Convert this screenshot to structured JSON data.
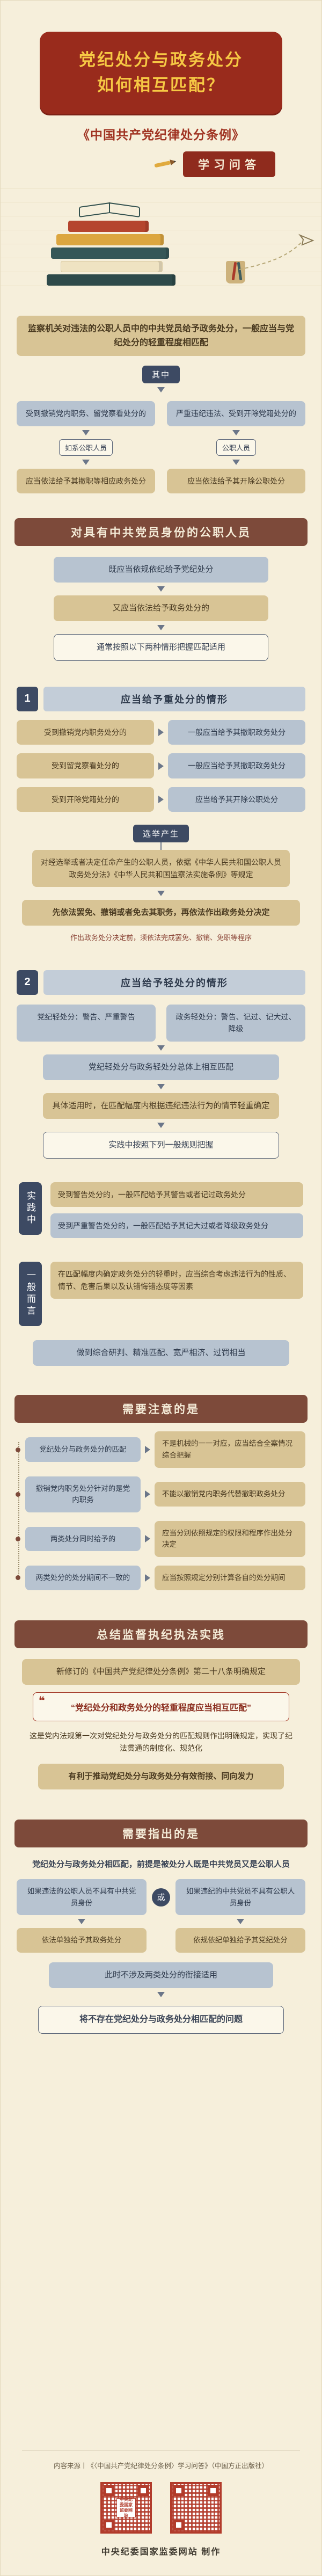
{
  "palette": {
    "background": "#f6efdb",
    "accent_red": "#992b1c",
    "accent_yellow": "#f6c844",
    "tan_box": "#d8c495",
    "blue_box": "#b7c3d0",
    "navy_chip": "#3d4a63",
    "section_bar": "#7d4a3a",
    "qr_red": "#b23b2b"
  },
  "header": {
    "title_line1": "党纪处分与政务处分",
    "title_line2": "如何相互匹配？",
    "book_title": "《中国共产党纪律处分条例》",
    "ribbon": "学习问答"
  },
  "intro": {
    "lead": "监察机关对违法的公职人员中的中共党员给予政务处分，一般应当与党纪处分的轻重程度相匹配",
    "divider": "其中",
    "left": {
      "condition": "受到撤销党内职务、留党察看处分的",
      "connector": "如系公职人员",
      "result": "应当依法给予其撤职等相应政务处分"
    },
    "right": {
      "condition": "严重违纪违法、受到开除党籍处分的",
      "connector": "公职人员",
      "result": "应当依法给予其开除公职处分"
    }
  },
  "scope": {
    "bar": "对具有中共党员身份的公职人员",
    "step1": "既应当依规依纪给予党纪处分",
    "step2": "又应当依法给予政务处分的",
    "step3": "通常按照以下两种情形把握匹配适用"
  },
  "heavy": {
    "num": "1",
    "bar": "应当给予重处分的情形",
    "rows": [
      {
        "left": "受到撤销党内职务处分的",
        "right": "一般应当给予其撤职政务处分"
      },
      {
        "left": "受到留党察看处分的",
        "right": "一般应当给予其撤职政务处分"
      },
      {
        "left": "受到开除党籍处分的",
        "right": "应当给予其开除公职处分"
      }
    ],
    "branch_chip": "选举产生",
    "law_box": "对经选举或者决定任命产生的公职人员，依据《中华人民共和国公职人员政务处分法》《中华人民共和国监察法实施条例》等规定",
    "result_box": "先依法罢免、撤销或者免去其职务，再依法作出政务处分决定",
    "note": "作出政务处分决定前，须依法完成罢免、撤销、免职等程序"
  },
  "light": {
    "num": "2",
    "bar": "应当给予轻处分的情形",
    "left_box": "党纪轻处分：警告、严重警告",
    "right_box": "政务轻处分：警告、记过、记大过、降级",
    "match_box": "党纪轻处分与政务轻处分总体上相互匹配",
    "detail_box": "具体适用时，在匹配幅度内根据违纪违法行为的情节轻重确定",
    "outline_box": "实践中按照下列一般规则把握"
  },
  "practice": {
    "label": "实践中",
    "box1": "受到警告处分的，一般匹配给予其警告或者记过政务处分",
    "box2": "受到严重警告处分的，一般匹配给予其记大过或者降级政务处分"
  },
  "general": {
    "label": "一般而言",
    "box": "在匹配幅度内确定政务处分的轻重时，应当综合考虑违法行为的性质、情节、危害后果以及认错悔错态度等因素",
    "wide": "做到综合研判、精准匹配、宽严相济、过罚相当"
  },
  "notice": {
    "bar": "需要注意的是",
    "pairs": [
      {
        "left": "党纪处分与政务处分的匹配",
        "right": "不是机械的一一对应，应当结合全案情况综合把握"
      },
      {
        "left": "撤销党内职务处分针对的是党内职务",
        "right": "不能以撤销党内职务代替撤职政务处分"
      },
      {
        "left": "两类处分同时给予的",
        "right": "应当分别依照规定的权限和程序作出处分决定"
      },
      {
        "left": "两类处分的处分期间不一致的",
        "right": "应当按照规定分别计算各自的处分期间"
      }
    ]
  },
  "summary": {
    "bar": "总结监督执纪执法实践",
    "intro": "新修订的《中国共产党纪律处分条例》第二十八条明确规定",
    "quote": "“党纪处分和政务处分的轻重程度应当相互匹配”",
    "para": "这是党内法规第一次对党纪处分与政务处分的匹配规则作出明确规定，实现了纪法贯通的制度化、规范化",
    "result": "有利于推动党纪处分与政务处分有效衔接、同向发力"
  },
  "pointout": {
    "bar": "需要指出的是",
    "intro": "党纪处分与政务处分相匹配，前提是被处分人既是中共党员又是公职人员",
    "left_case": "如果违法的公职人员不具有中共党员身份",
    "right_case": "如果违纪的中共党员不具有公职人员身份",
    "or": "或",
    "left_result": "依法单独给予其政务处分",
    "right_result": "依规依纪单独给予其党纪处分",
    "mid": "此时不涉及两类处分的衔接适用",
    "final": "将不存在党纪处分与政务处分相匹配的问题"
  },
  "footer": {
    "source": "内容来源丨《〈中国共产党纪律处分条例〉学习问答》（中国方正出版社）",
    "qr_center": "中央纪委国家监委网站",
    "credit": "中央纪委国家监委网站 制作"
  }
}
